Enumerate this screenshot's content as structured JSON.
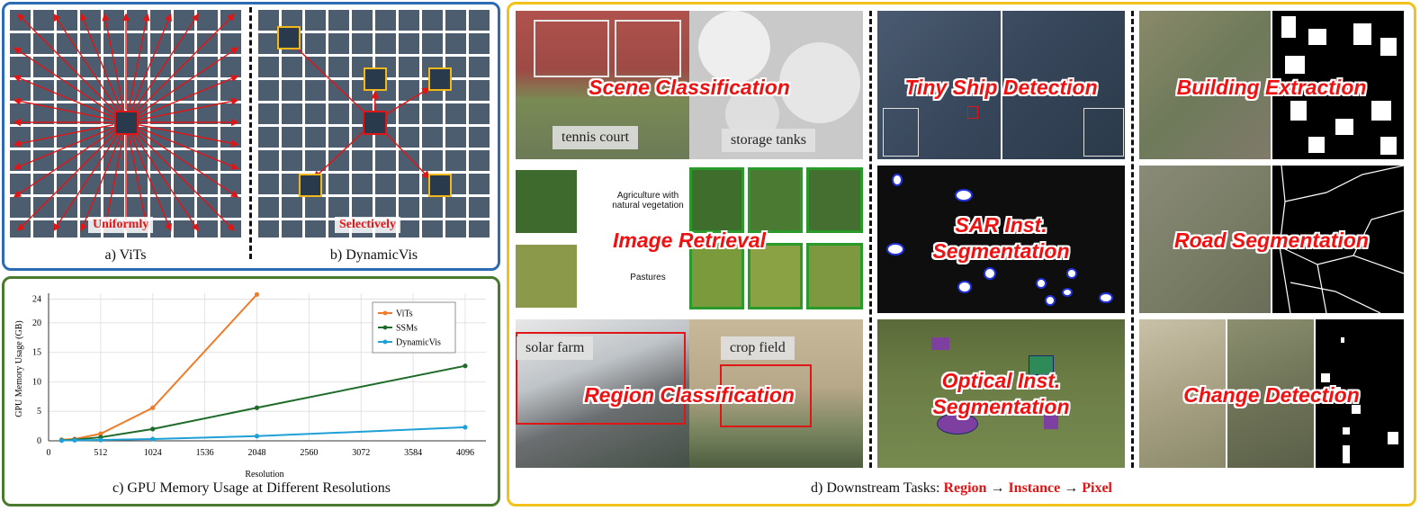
{
  "panel_a": {
    "label": "Uniformly",
    "caption": "a) ViTs"
  },
  "panel_b": {
    "label": "Selectively",
    "caption": "b) DynamicVis"
  },
  "panel_c": {
    "caption": "c) GPU Memory Usage at Different Resolutions"
  },
  "chart_data": {
    "type": "line",
    "xlabel": "Resolution",
    "ylabel": "GPU Memory Usage (GB)",
    "x_ticks": [
      0,
      512,
      1024,
      1536,
      2048,
      2560,
      3072,
      3584,
      4096
    ],
    "y_ticks": [
      0,
      5,
      10,
      15,
      20,
      24
    ],
    "xlim": [
      0,
      4300
    ],
    "ylim": [
      0,
      25
    ],
    "grid": true,
    "legend_position": "top-right",
    "series": [
      {
        "name": "ViTs",
        "color": "#ef7c2a",
        "x": [
          128,
          256,
          512,
          1024,
          2048
        ],
        "y": [
          0.2,
          0.3,
          1.2,
          5.6,
          24.8
        ]
      },
      {
        "name": "SSMs",
        "color": "#1f6b2a",
        "x": [
          128,
          256,
          512,
          1024,
          2048,
          4096
        ],
        "y": [
          0.1,
          0.2,
          0.6,
          2.0,
          5.6,
          12.7
        ]
      },
      {
        "name": "DynamicVis",
        "color": "#1fa0d6",
        "x": [
          128,
          256,
          512,
          1024,
          2048,
          4096
        ],
        "y": [
          0.05,
          0.1,
          0.15,
          0.3,
          0.8,
          2.3
        ]
      }
    ]
  },
  "panel_d": {
    "caption_prefix": "d) Downstream Tasks: ",
    "caption_region": "Region",
    "caption_arrow1": " → ",
    "caption_instance": "Instance",
    "caption_arrow2": " → ",
    "caption_pixel": "Pixel",
    "tasks": {
      "scene_classification": "Scene Classification",
      "image_retrieval": "Image Retrieval",
      "region_classification": "Region Classification",
      "tiny_ship_detection": "Tiny Ship Detection",
      "sar_inst_1": "SAR Inst.",
      "sar_inst_2": "Segmentation",
      "optical_inst_1": "Optical Inst.",
      "optical_inst_2": "Segmentation",
      "building_extraction": "Building Extraction",
      "road_segmentation": "Road Segmentation",
      "change_detection": "Change Detection"
    },
    "labels": {
      "tennis_court": "tennis court",
      "storage_tanks": "storage tanks",
      "agriculture_1": "Agriculture with",
      "agriculture_2": "natural vegetation",
      "pastures": "Pastures",
      "solar_farm": "solar farm",
      "crop_field": "crop field"
    }
  }
}
